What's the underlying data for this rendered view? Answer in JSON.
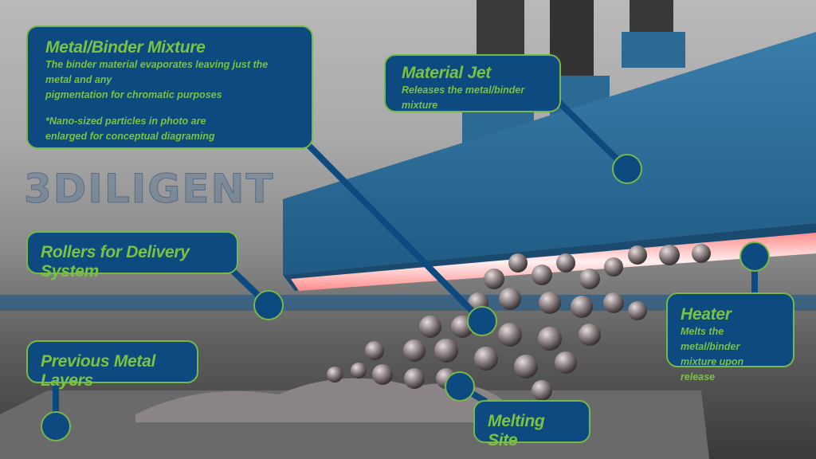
{
  "watermark": "3DILIGENT",
  "colors": {
    "box_bg": "#0c4a7f",
    "box_border": "#7ab648",
    "text": "#7cc242",
    "jet": "#2e6f9c",
    "heater_glow": "#ffb9b9"
  },
  "callouts": {
    "metal_binder": {
      "title": "Metal/Binder Mixture",
      "line1": "The binder material evaporates leaving just the metal and any",
      "line2": "pigmentation for chromatic purposes",
      "note1": "*Nano-sized particles in photo are",
      "note2": "enlarged for conceptual diagraming"
    },
    "material_jet": {
      "title": "Material Jet",
      "desc": "Releases the metal/binder mixture"
    },
    "rollers": {
      "title": "Rollers for Delivery System"
    },
    "previous_layers": {
      "title": "Previous Metal Layers"
    },
    "heater": {
      "title": "Heater",
      "line1": "Melts the metal/binder",
      "line2": "mixture upon release"
    },
    "melting_site": {
      "title": "Melting Site"
    }
  }
}
